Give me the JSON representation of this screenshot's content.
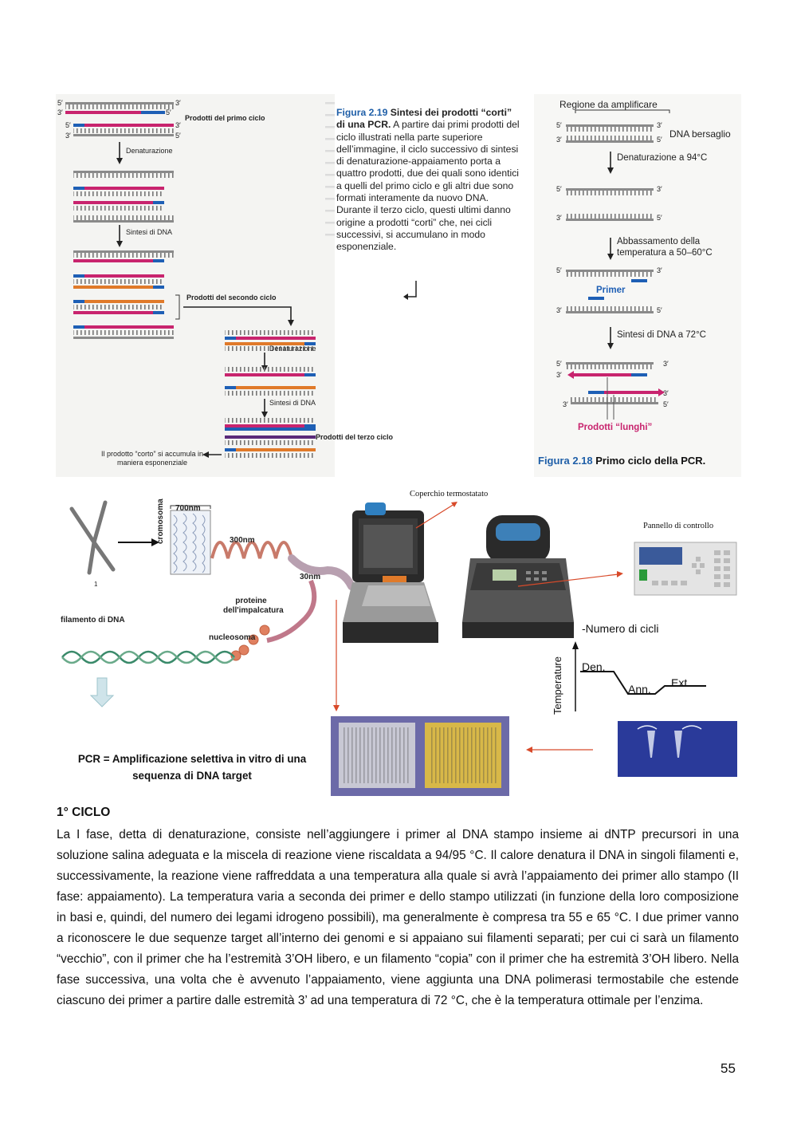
{
  "figure_2_19": {
    "number": "Figura 2.19",
    "title": "Sintesi dei prodotti “corti” di una PCR.",
    "text": "A partire dai primi prodotti del ciclo illustrati nella parte superiore dell’immagine, il ciclo successivo di sintesi di denaturazione-appaiamento porta a quattro prodotti, due dei quali sono identici a quelli del primo ciclo e gli altri due sono formati interamente da nuovo DNA. Durante il terzo ciclo, questi ultimi danno origine a prodotti “corti” che, nei cicli successivi, si accumulano in modo esponenziale.",
    "labels": {
      "prodotti_primo_ciclo": "Prodotti del primo ciclo",
      "denaturazione": "Denaturazione",
      "sintesi_dna": "Sintesi di DNA",
      "prodotti_secondo_ciclo": "Prodotti del secondo ciclo",
      "denaturazione_2": "Denaturazione",
      "sintesi_dna_2": "Sintesi di DNA",
      "prodotti_terzo_ciclo": "Prodotti del terzo ciclo",
      "prodotto_corto": "Il prodotto “corto” si accumula in maniera esponenziale",
      "end5": "5′",
      "end3": "3′"
    }
  },
  "figure_2_18": {
    "number": "Figura 2.18",
    "title": "Primo ciclo della PCR.",
    "labels": {
      "regione": "Regione da amplificare",
      "dna_bersaglio": "DNA bersaglio",
      "denat": "Denaturazione a 94°C",
      "abbassamento": "Abbassamento della temperatura a 50–60°C",
      "primer": "Primer",
      "sintesi": "Sintesi di DNA a 72°C",
      "prodotti_lunghi": "Prodotti “lunghi”"
    }
  },
  "chromatin": {
    "size_700": "700nm",
    "size_300": "300nm",
    "size_30": "30nm",
    "cromosoma": "cromosoma",
    "proteine": "proteine dell'impalcatura",
    "filamento": "filamento di DNA",
    "nucleosoma": "nucleosoma",
    "num": "1"
  },
  "thermocycler": {
    "coperchio": "Coperchio termostatato",
    "pannello": "Pannello di controllo"
  },
  "temp_profile": {
    "title": "-Numero di cicli",
    "ylabel": "Temperature",
    "den": "Den.",
    "ann": "Ann.",
    "ext": "Ext."
  },
  "pcr_definition": "PCR = Amplificazione selettiva in vitro di una sequenza di DNA target",
  "heading": "1° CICLO",
  "paragraph": "La I fase, detta di denaturazione, consiste nell’aggiungere i primer al DNA stampo insieme ai dNTP precursori in una soluzione salina adeguata e la miscela di reazione viene riscaldata a 94/95 °C. Il calore denatura il DNA in singoli filamenti e, successivamente, la reazione viene raffreddata a una temperatura alla quale si avrà l’appaiamento dei primer allo stampo (II fase: appaiamento). La temperatura varia a seconda dei primer e dello stampo utilizzati (in funzione della loro composizione in basi e, quindi, del numero dei legami idrogeno possibili), ma generalmente è compresa tra 55 e 65 °C. I due primer vanno a riconoscere le due sequenze target all’interno dei genomi e si appaiano sui filamenti separati; per cui ci sarà un filamento “vecchio”, con il primer che ha l’estremità 3’OH libero, e un filamento “copia” con il primer che ha estremità 3’OH libero. Nella fase successiva, una volta che è avvenuto l’appaiamento, viene aggiunta una DNA polimerasi termostabile che estende ciascuno dei primer a partire dalle estremità 3’ ad una temperatura di 72 °C, che è la temperatura ottimale per l’enzima.",
  "page_number": "55",
  "colors": {
    "grey_strand": "#8a8a8a",
    "magenta": "#c8246e",
    "blue": "#1e5fb5",
    "orange": "#e07a2a",
    "fig_blue": "#1f5fa8",
    "red_arrow": "#d84a2a"
  }
}
